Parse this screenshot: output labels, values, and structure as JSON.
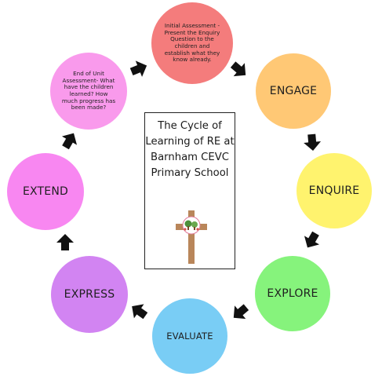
{
  "title": "The Cycle of Learning of RE at Barnham CEVC Primary School",
  "nodes": {
    "initial": {
      "text": "Initial Assessment - Present the Enquiry Question to the children and establish what they know already.",
      "color": "#F47C7C"
    },
    "engage": {
      "text": "ENGAGE",
      "color": "#FFC875"
    },
    "enquire": {
      "text": "ENQUIRE",
      "color": "#FFF36E"
    },
    "explore": {
      "text": "EXPLORE",
      "color": "#86F37C"
    },
    "evaluate": {
      "text": "EVALUATE",
      "color": "#79CDF5"
    },
    "express": {
      "text": "EXPRESS",
      "color": "#D284F2"
    },
    "extend": {
      "text": "EXTEND",
      "color": "#F887F1"
    },
    "end_assessment": {
      "text": "End of Unit Assessment- What have the children learned? How much progress has been made?",
      "color": "#F99AEC"
    }
  },
  "logo": {
    "name": "cross-logo"
  }
}
